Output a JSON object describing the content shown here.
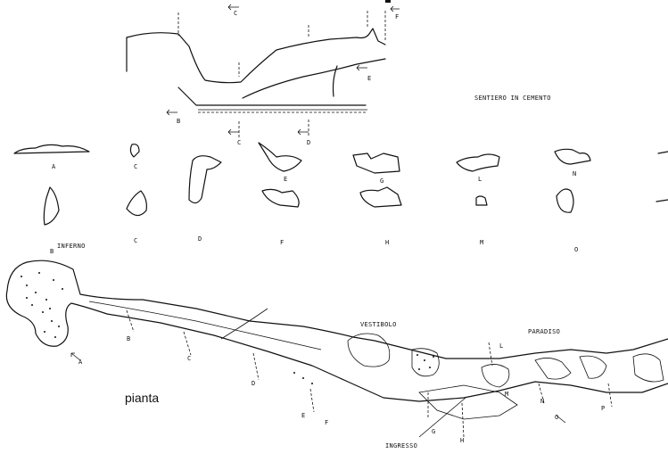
{
  "legend": {
    "label": "SENTIERO IN CEMENTO"
  },
  "profile": {
    "labels": [
      "C",
      "F",
      "E",
      "B",
      "C",
      "D"
    ]
  },
  "sections": {
    "labels": [
      "A",
      "C",
      "E",
      "G",
      "L",
      "N",
      "B",
      "C",
      "D",
      "F",
      "H",
      "M",
      "O"
    ]
  },
  "plan": {
    "title": "pianta",
    "areas": [
      "INFERNO",
      "VESTIBOLO",
      "PARADISO"
    ],
    "entrance": "INGRESSO",
    "section_marks": [
      "A",
      "B",
      "C",
      "D",
      "E",
      "F",
      "G",
      "H",
      "L",
      "M",
      "N",
      "O",
      "P"
    ]
  }
}
